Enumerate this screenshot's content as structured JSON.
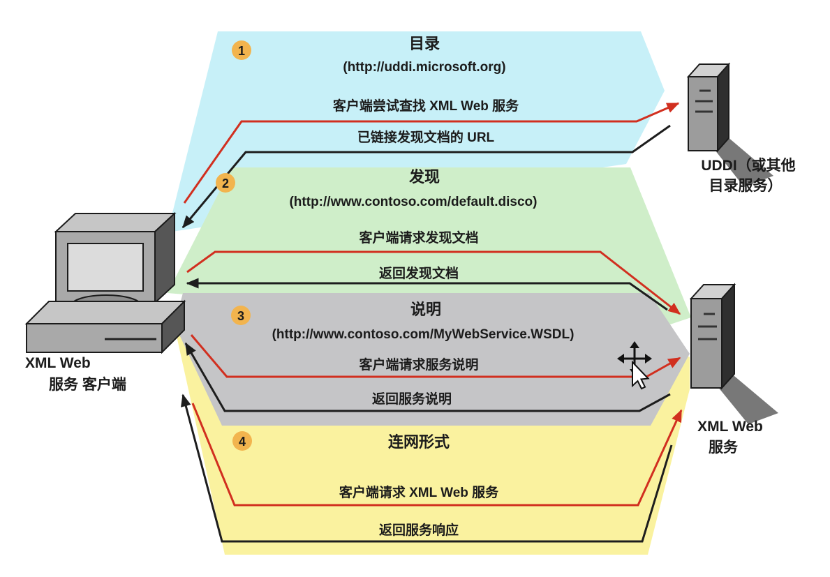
{
  "diagram": {
    "title_note": "XML Web services discovery flow",
    "bands": [
      {
        "number": "1",
        "title": "目录",
        "url": "(http://uddi.microsoft.org)",
        "request": "客户端尝试查找 XML Web 服务",
        "response": "已链接发现文档的 URL",
        "color": "#c7f0f8"
      },
      {
        "number": "2",
        "title": "发现",
        "url": "(http://www.contoso.com/default.disco)",
        "request": "客户端请求发现文档",
        "response": "返回发现文档",
        "color": "#cfeec9"
      },
      {
        "number": "3",
        "title": "说明",
        "url": "(http://www.contoso.com/MyWebService.WSDL)",
        "request": "客户端请求服务说明",
        "response": "返回服务说明",
        "color": "#c5c5c7"
      },
      {
        "number": "4",
        "title": "连网形式",
        "url": "",
        "request": "客户端请求 XML Web 服务",
        "response": "返回服务响应",
        "color": "#faf29f"
      }
    ],
    "nodes": {
      "client": {
        "label_line1": "XML Web",
        "label_line2": "服务  客户端"
      },
      "uddi": {
        "label_line1": "UDDI（或其他",
        "label_line2": "目录服务）"
      },
      "service": {
        "label_line1": "XML Web",
        "label_line2": "服务"
      }
    },
    "colors": {
      "badge": "#f2b44e",
      "request_arrow": "#d12f1f",
      "response_arrow": "#1d1d1d"
    }
  }
}
